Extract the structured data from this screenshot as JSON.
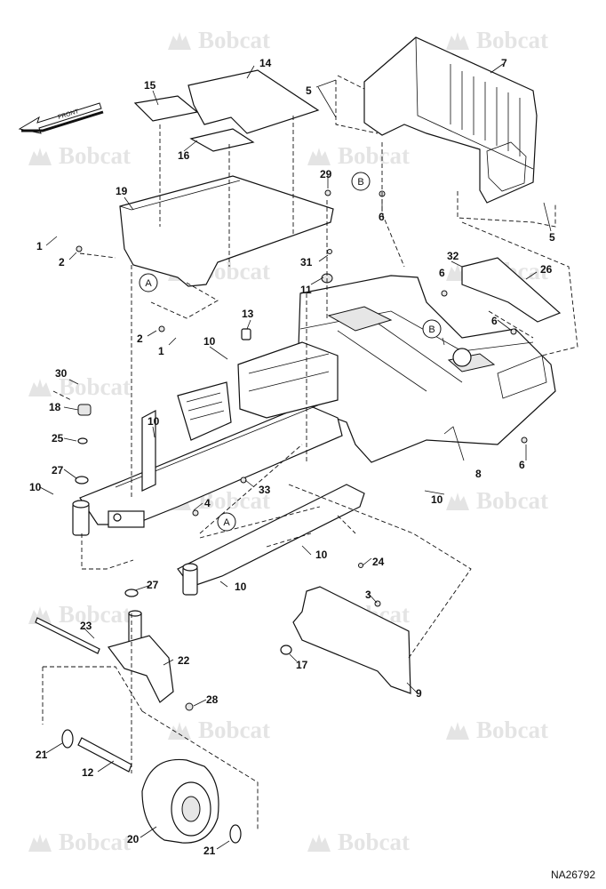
{
  "diagram": {
    "drawing_id": "NA26792",
    "watermark_text": "Bobcat",
    "front_label": "FRONT",
    "callouts": [
      "A",
      "B"
    ],
    "part_labels": [
      "1",
      "1",
      "2",
      "2",
      "3",
      "4",
      "5",
      "5",
      "6",
      "6",
      "6",
      "6",
      "7",
      "8",
      "9",
      "10",
      "10",
      "10",
      "10",
      "10",
      "10",
      "11",
      "12",
      "13",
      "14",
      "15",
      "16",
      "17",
      "18",
      "19",
      "20",
      "21",
      "21",
      "22",
      "23",
      "24",
      "25",
      "26",
      "27",
      "27",
      "28",
      "29",
      "30",
      "31",
      "32",
      "33"
    ]
  }
}
